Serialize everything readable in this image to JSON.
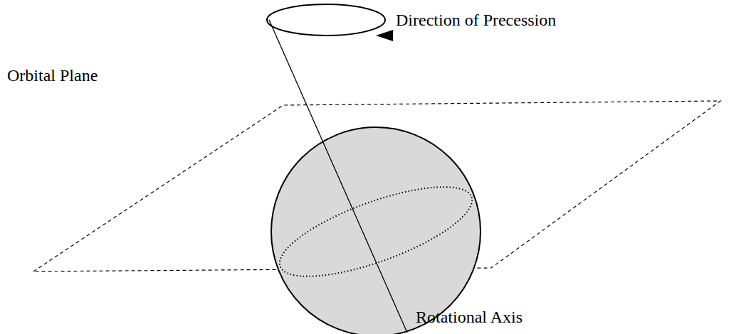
{
  "diagram": {
    "labels": [
      "Direction of Precession",
      "Orbital Plane",
      "Rotational Axis"
    ]
  }
}
